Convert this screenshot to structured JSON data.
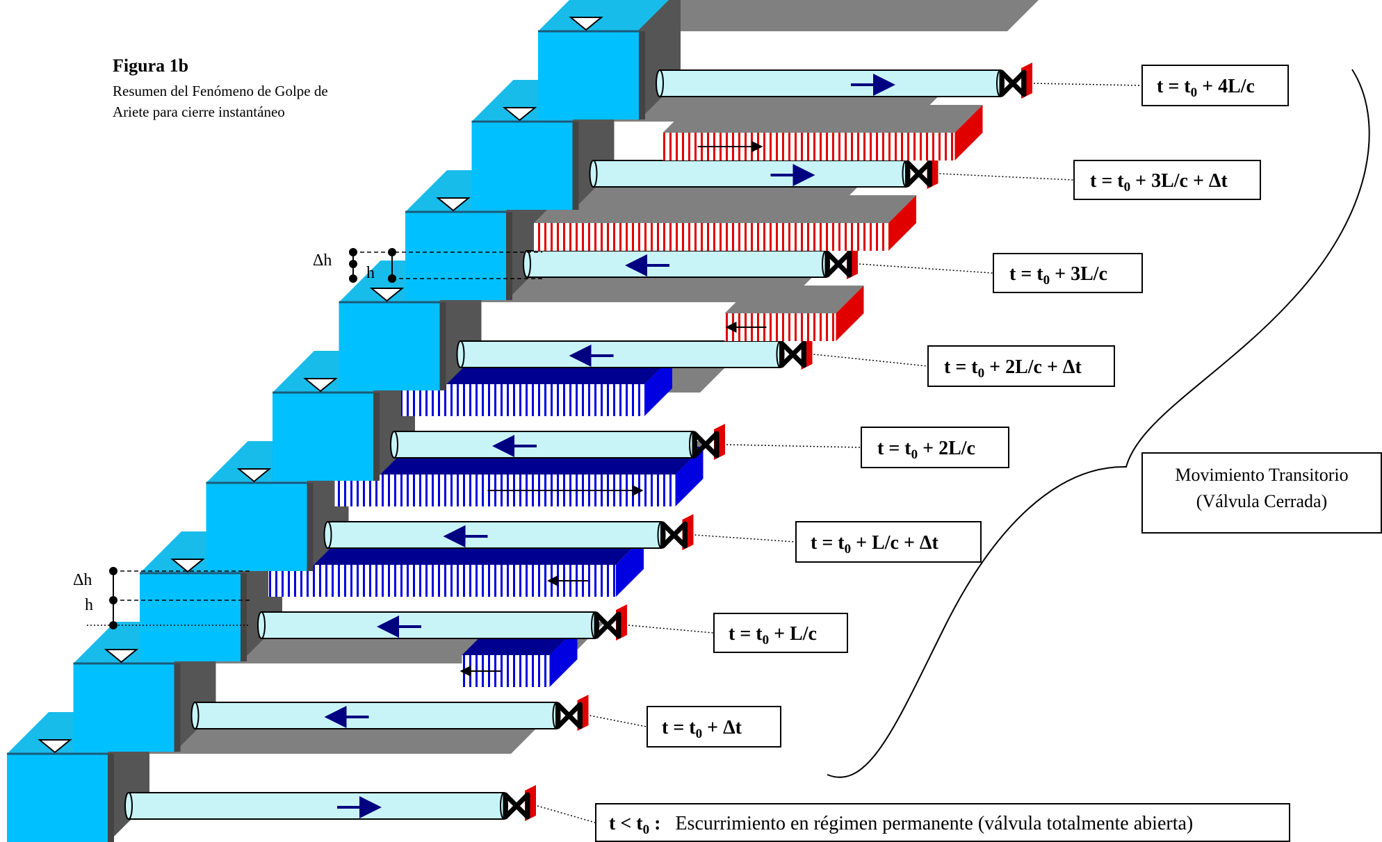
{
  "figure": {
    "title": "Figura 1b",
    "subtitle_line1": "Resumen del Fenómeno de Golpe de",
    "subtitle_line2": "Ariete para cierre instantáneo"
  },
  "stages": [
    {
      "label_prefix": "t = t",
      "label_sub": "0",
      "label_suffix": " + 4L/c"
    },
    {
      "label_prefix": "t = t",
      "label_sub": "0",
      "label_suffix": " + 3L/c + Δt"
    },
    {
      "label_prefix": "t = t",
      "label_sub": "0",
      "label_suffix": " + 3L/c"
    },
    {
      "label_prefix": "t = t",
      "label_sub": "0",
      "label_suffix": " + 2L/c + Δt"
    },
    {
      "label_prefix": "t = t",
      "label_sub": "0",
      "label_suffix": " + 2L/c"
    },
    {
      "label_prefix": "t = t",
      "label_sub": "0",
      "label_suffix": " + L/c + Δt"
    },
    {
      "label_prefix": "t = t",
      "label_sub": "0",
      "label_suffix": " + L/c"
    },
    {
      "label_prefix": "t = t",
      "label_sub": "0",
      "label_suffix": " + Δt"
    },
    {
      "label_prefix": "t < t",
      "label_sub": "0",
      "label_suffix": " :",
      "description": "Escurrimiento en régimen permanente (válvula totalmente abierta)"
    }
  ],
  "transient": {
    "line1": "Movimiento Transitorio",
    "line2": "(Válvula Cerrada)"
  },
  "dimension_labels": {
    "delta_h": "Δh",
    "h": "h"
  },
  "colors": {
    "reservoir_face": "#00c0ff",
    "reservoir_top": "#18bcea",
    "wall": "#555555",
    "pipe": "#c8f4f8",
    "slab": "#808080",
    "overpressure_top": "#000090",
    "overpressure_side": "#0000e0",
    "underpressure": "#e00000",
    "arrow": "#000080"
  }
}
